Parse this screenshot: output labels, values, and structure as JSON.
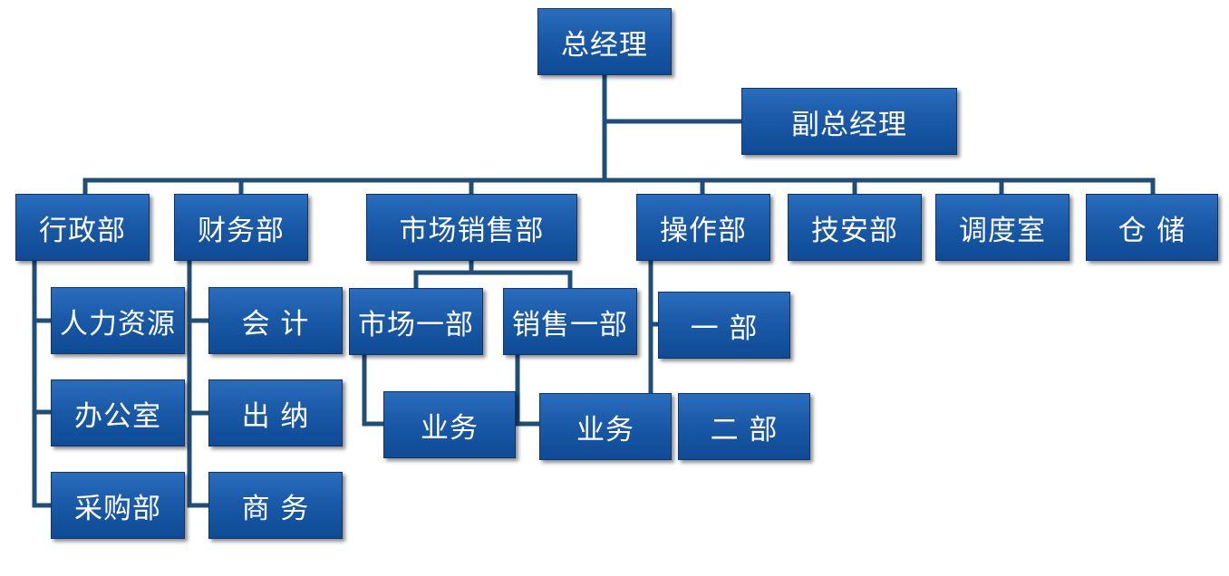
{
  "org": {
    "ceo": "总经理",
    "deputy": "副总经理",
    "admin": {
      "name": "行政部",
      "children": [
        "人力资源",
        "办公室",
        "采购部"
      ]
    },
    "finance": {
      "name": "财务部",
      "children": [
        "会 计",
        "出 纳",
        "商 务"
      ]
    },
    "marketing": {
      "name": "市场销售部",
      "market_one": {
        "name": "市场一部",
        "child": "业务"
      },
      "sales_one": {
        "name": "销售一部",
        "child": "业务"
      }
    },
    "operations": {
      "name": "操作部",
      "children": [
        "一 部",
        "二 部"
      ]
    },
    "tech_safety": "技安部",
    "dispatch": "调度室",
    "warehouse": "仓 储"
  },
  "colors": {
    "node_fill": "#1a5aa8",
    "node_border": "#0b3670",
    "connector": "#1f4e79",
    "text": "#ffffff"
  }
}
